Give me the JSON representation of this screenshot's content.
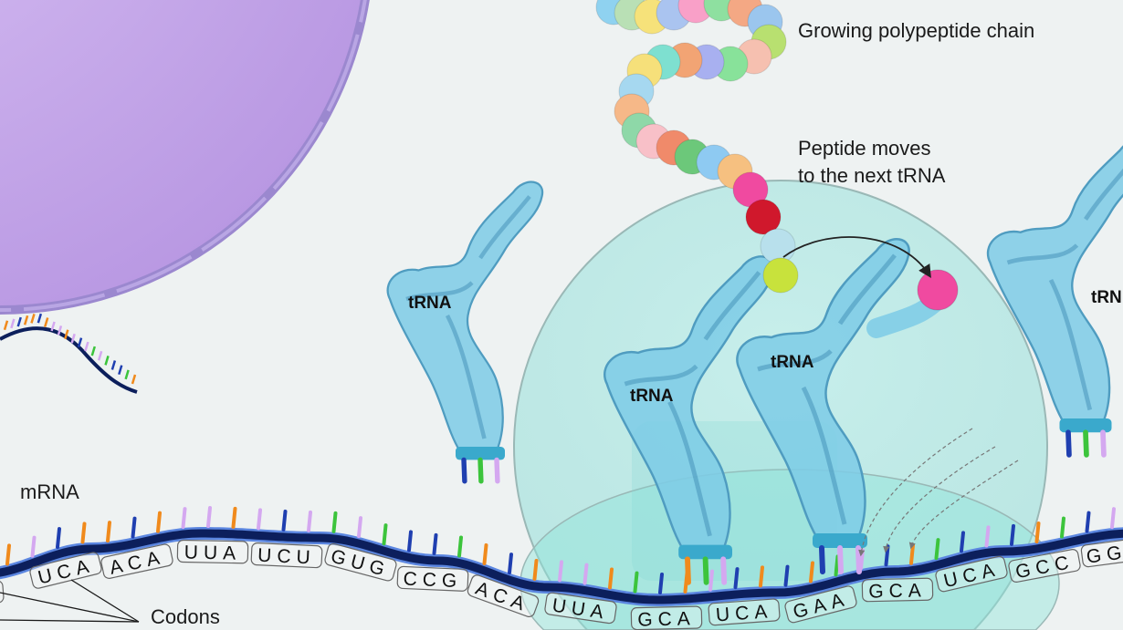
{
  "labels": {
    "polypeptide": "Growing polypeptide chain",
    "peptide_moves": "Peptide moves",
    "peptide_moves_2": "to the next tRNA",
    "mrna": "mRNA",
    "codons": "Codons",
    "trna": [
      "tRNA",
      "tRNA",
      "tRNA",
      "tRN"
    ]
  },
  "codons": [
    "A",
    "UCA",
    "ACA",
    "UUA",
    "UCU",
    "GUG",
    "CCG",
    "ACA",
    "UUA",
    "GCA",
    "UCA",
    "GAA",
    "GCA",
    "UCA",
    "GCC",
    "GG"
  ],
  "colors": {
    "nucleus": "#c6a9ea",
    "nucleus_border": "#9b88cf",
    "ribosome": "#7fd9d2",
    "trna": "#7ccbe6",
    "backbone": "#0c1f5c",
    "base_colors": [
      "#f08a1c",
      "#1f3fb0",
      "#3cc43c",
      "#d4a8f0"
    ],
    "bead_colors": [
      "#8fd2f0",
      "#b9e0b5",
      "#f6e27a",
      "#aac4f0",
      "#f9a0c8",
      "#8ee0a0",
      "#f4a884",
      "#9bc6ee",
      "#b8e070",
      "#f6c0b0",
      "#88e29a",
      "#a8b0f0",
      "#f2a474",
      "#7ee0d0",
      "#f6e07a",
      "#a6d8f0",
      "#f6b888",
      "#8ed8a8",
      "#f8c0c8",
      "#f08a6a",
      "#6cc87a",
      "#8ecaf2",
      "#f6c080",
      "#f04aa0",
      "#d0182c",
      "#b8e0ec",
      "#c8e23c",
      "#f6a050"
    ]
  }
}
